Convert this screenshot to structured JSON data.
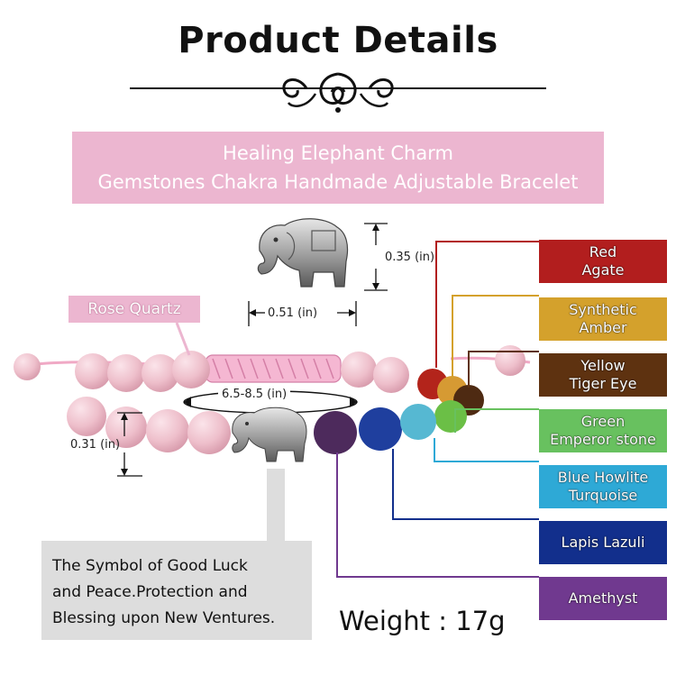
{
  "title": "Product Details",
  "banner": {
    "line1": "Healing Elephant Charm",
    "line2": "Gemstones Chakra Handmade Adjustable Bracelet"
  },
  "dimensions": {
    "charm_height": "0.35 (in)",
    "charm_width": "0.51 (in)",
    "band_size": "6.5-8.5 (in)",
    "bead_size": "0.31 (in)"
  },
  "rose_label": "Rose Quartz",
  "gemstones": [
    {
      "line1": "Red",
      "line2": "Agate",
      "color": "#b21e1e"
    },
    {
      "line1": "Synthetic",
      "line2": "Amber",
      "color": "#d4a12c"
    },
    {
      "line1": "Yellow",
      "line2": "Tiger Eye",
      "color": "#5e3210"
    },
    {
      "line1": "Green",
      "line2": "Emperor stone",
      "color": "#68c15f"
    },
    {
      "line1": "Blue Howlite",
      "line2": "Turquoise",
      "color": "#2ea9d6"
    },
    {
      "line1": "Lapis Lazuli",
      "line2": "",
      "color": "#122f8c"
    },
    {
      "line1": "Amethyst",
      "line2": "",
      "color": "#70398f"
    }
  ],
  "symbol": {
    "line1": "The Symbol of Good Luck",
    "line2": "and Peace.Protection and",
    "line3": "Blessing upon New Ventures."
  },
  "weight": "Weight : 17g"
}
